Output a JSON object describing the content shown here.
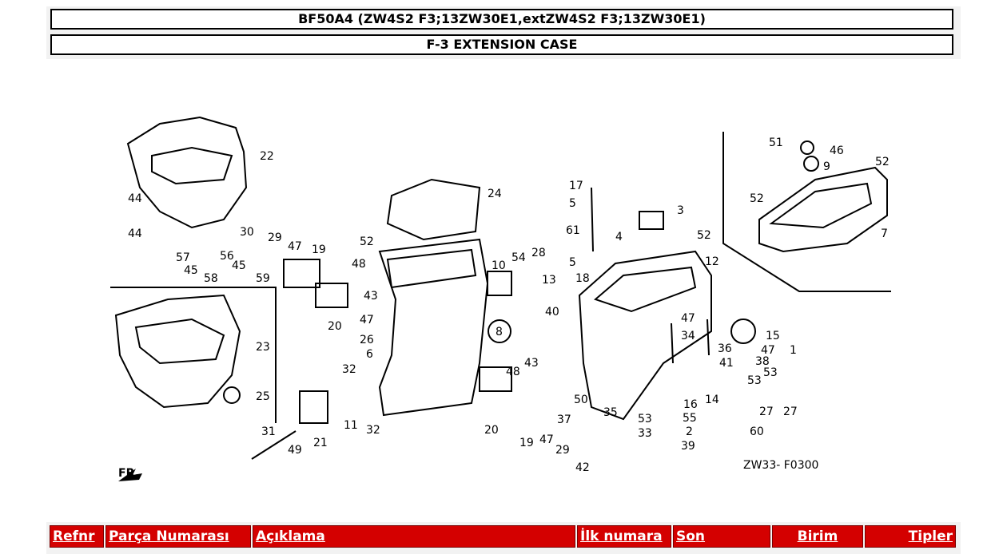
{
  "header": {
    "model": "BF50A4 (ZW4S2 F3;13ZW30E1,extZW4S2 F3;13ZW30E1)",
    "section": "F-3 EXTENSION CASE"
  },
  "diagram": {
    "code": "ZW33- F0300",
    "direction_label": "FR.",
    "callouts": [
      "1",
      "2",
      "3",
      "4",
      "5",
      "6",
      "7",
      "8",
      "9",
      "10",
      "11",
      "12",
      "13",
      "14",
      "15",
      "16",
      "17",
      "18",
      "19",
      "20",
      "21",
      "22",
      "23",
      "24",
      "25",
      "26",
      "27",
      "28",
      "29",
      "30",
      "31",
      "32",
      "33",
      "34",
      "35",
      "36",
      "37",
      "38",
      "39",
      "40",
      "41",
      "42",
      "43",
      "44",
      "45",
      "46",
      "47",
      "48",
      "49",
      "50",
      "51",
      "52",
      "53",
      "54",
      "55",
      "56",
      "57",
      "58",
      "59",
      "60",
      "61"
    ]
  },
  "table": {
    "columns": [
      "Refnr",
      "Parça Numarası",
      "Açıklama",
      "İlk numara",
      "Son",
      "Birim",
      "Tipler"
    ]
  },
  "colors": {
    "header_bg": "#d40000",
    "header_text": "#ffffff"
  }
}
